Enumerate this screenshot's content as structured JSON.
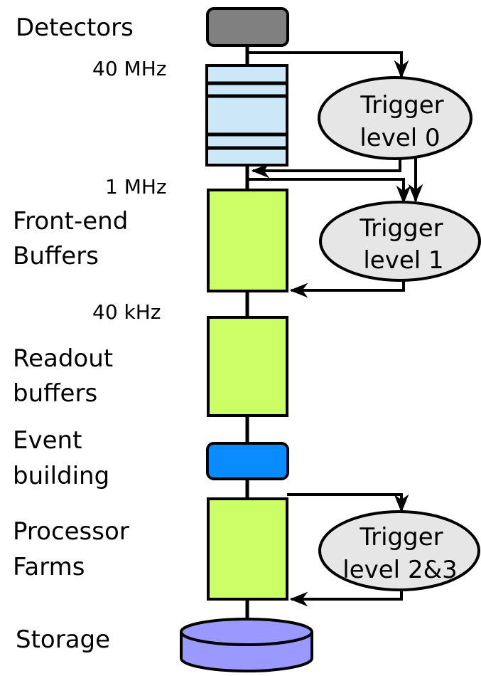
{
  "stages": {
    "detectors": "Detectors",
    "front_end_1": "Front-end",
    "front_end_2": "Buffers",
    "readout_1": "Readout",
    "readout_2": "buffers",
    "event_1": "Event",
    "event_2": "building",
    "processor_1": "Processor",
    "processor_2": "Farms",
    "storage": "Storage"
  },
  "rates": {
    "r40mhz": "40 MHz",
    "r1mhz": "1 MHz",
    "r40khz": "40 kHz"
  },
  "triggers": {
    "t0_line1": "Trigger",
    "t0_line2": "level 0",
    "t1_line1": "Trigger",
    "t1_line2": "level 1",
    "t23_line1": "Trigger",
    "t23_line2": "level 2&3"
  },
  "colors": {
    "detector": "#808080",
    "pipeline": "#cce8f8",
    "buffer": "#ccff66",
    "event_building": "#0a8cff",
    "storage": "#9999ff",
    "trigger": "#e6e6e6"
  }
}
